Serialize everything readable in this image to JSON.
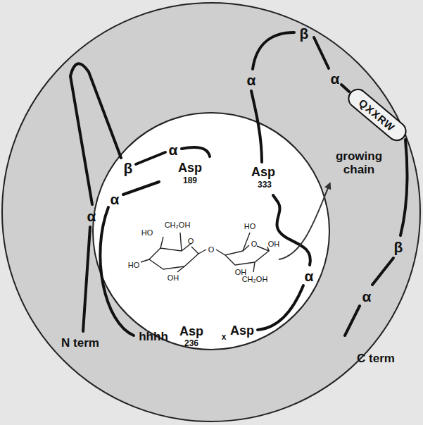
{
  "diagram": {
    "nodes": [
      {
        "text": [
          "QXXRW"
        ]
      }
    ],
    "labels": [
      "α",
      "β",
      "α",
      "Asp",
      "189",
      "α",
      "α",
      "β",
      "α",
      "Asp",
      "333",
      "growing chain",
      "α",
      "hhhh",
      "Asp",
      "236",
      "x",
      "Asp",
      "β",
      "α",
      "N term",
      "C term",
      "HO",
      "CH₂OH",
      "HO",
      "O",
      "OH",
      "O",
      "HO",
      "O",
      "OH",
      "OH",
      "CH₂OH"
    ]
  }
}
